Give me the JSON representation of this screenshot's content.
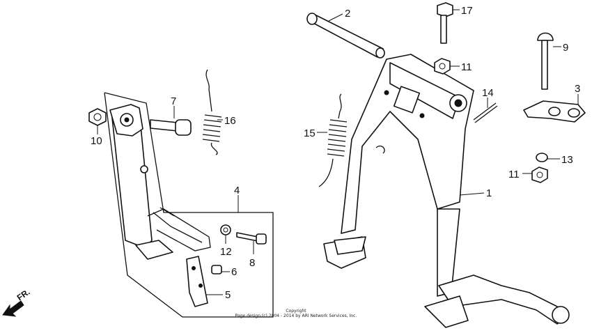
{
  "callouts": {
    "c1": "1",
    "c2": "2",
    "c3": "3",
    "c4": "4",
    "c5": "5",
    "c6": "6",
    "c7": "7",
    "c8": "8",
    "c9": "9",
    "c10": "10",
    "c11a": "11",
    "c11b": "11",
    "c12": "12",
    "c13": "13",
    "c14": "14",
    "c15": "15",
    "c16": "16",
    "c17": "17"
  },
  "direction": {
    "label": "FR."
  },
  "copyright": {
    "line1": "Copyright",
    "line2": "Page design (c) 2004 - 2014 by ARI Network Services, Inc."
  }
}
